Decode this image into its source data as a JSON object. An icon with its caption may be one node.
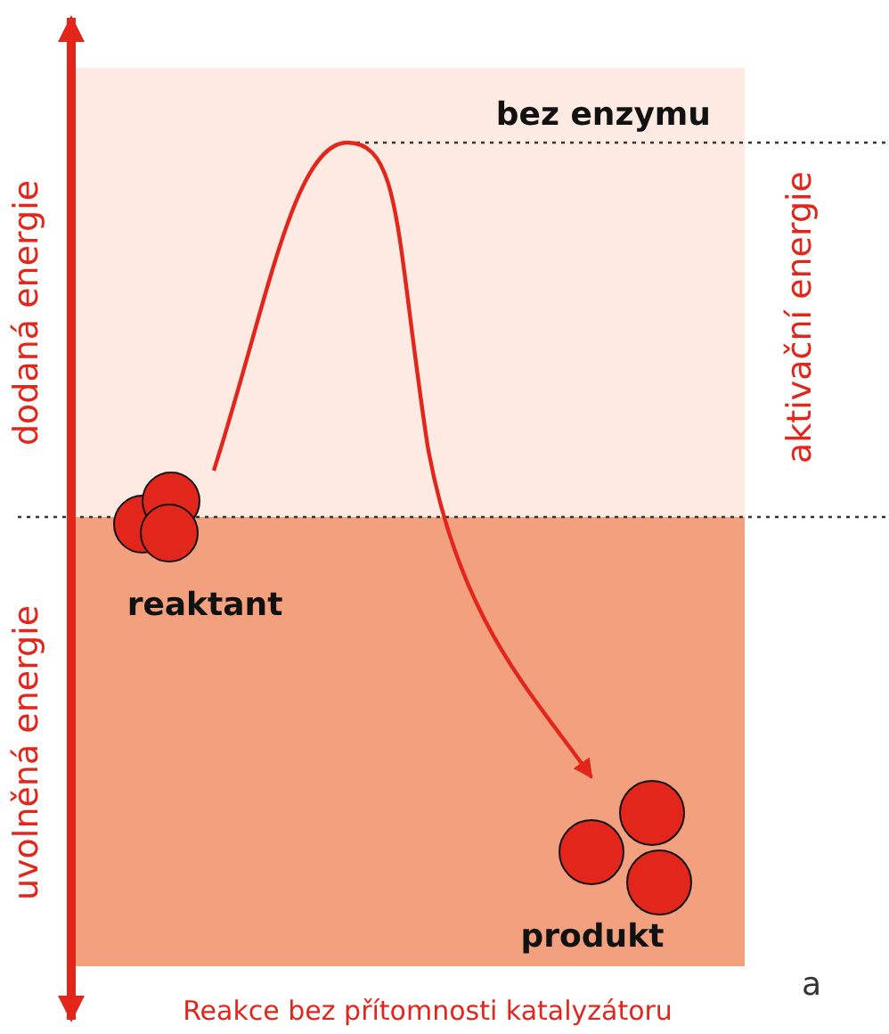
{
  "diagram": {
    "caption": "Reakce bez přítomnosti katalyzátoru",
    "nodes": [
      {
        "text": [
          "reaktant"
        ]
      },
      {
        "text": [
          "produkt"
        ]
      }
    ],
    "edges": [
      {
        "from": 0,
        "to": 1,
        "arrow": "to"
      }
    ],
    "labels": [
      "bez enzymu",
      "dodaná energie",
      "aktivační energie",
      "uvolněná energie",
      "a"
    ]
  }
}
